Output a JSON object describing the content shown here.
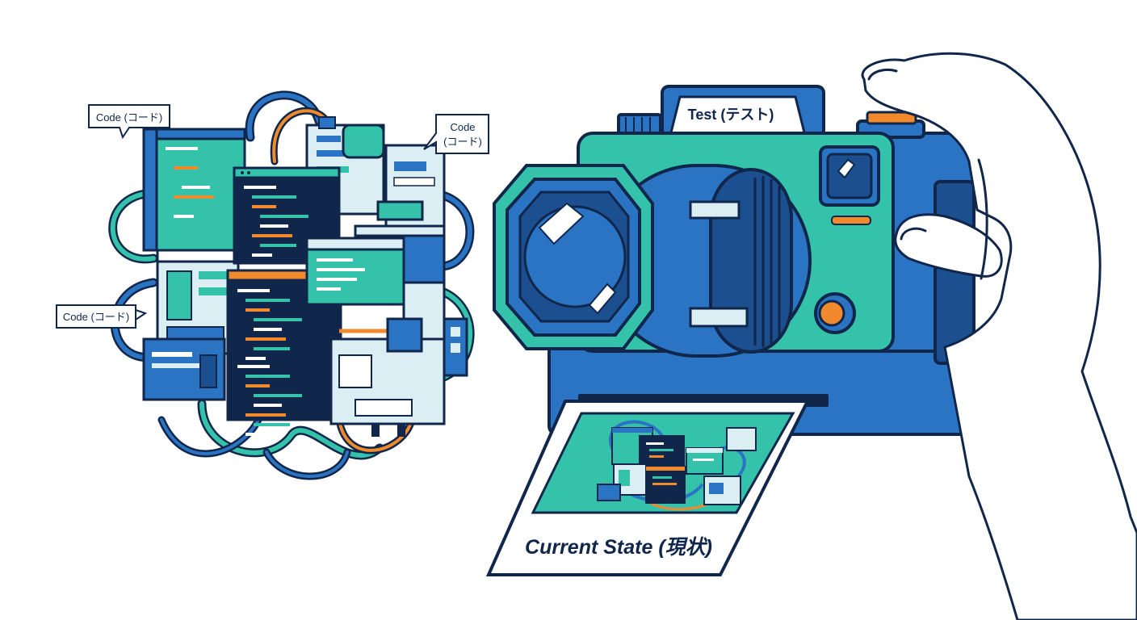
{
  "labels": {
    "code_1": "Code (コード)",
    "code_2_line1": "Code",
    "code_2_line2": "(コード)",
    "code_3": "Code (コード)",
    "camera_top": "Test (テスト)",
    "photo_caption": "Current State (現状)"
  },
  "colors": {
    "outline": "#10264a",
    "blue": "#2b74c4",
    "dark_blue": "#1c4f8f",
    "teal": "#35c2ab",
    "light_blue": "#dbeef4",
    "orange": "#f08a2c",
    "white": "#ffffff"
  },
  "icons": [
    "tangled-code-icon",
    "camera-icon",
    "hand-icon",
    "photo-print-icon"
  ]
}
